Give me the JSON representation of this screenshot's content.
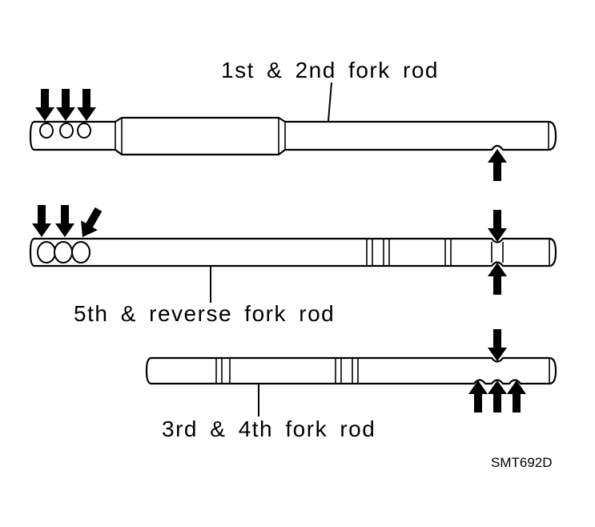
{
  "labels": {
    "rod1": "1st & 2nd fork rod",
    "rod2": "5th & reverse fork rod",
    "rod3": "3rd & 4th fork rod"
  },
  "figure_code": "SMT692D"
}
